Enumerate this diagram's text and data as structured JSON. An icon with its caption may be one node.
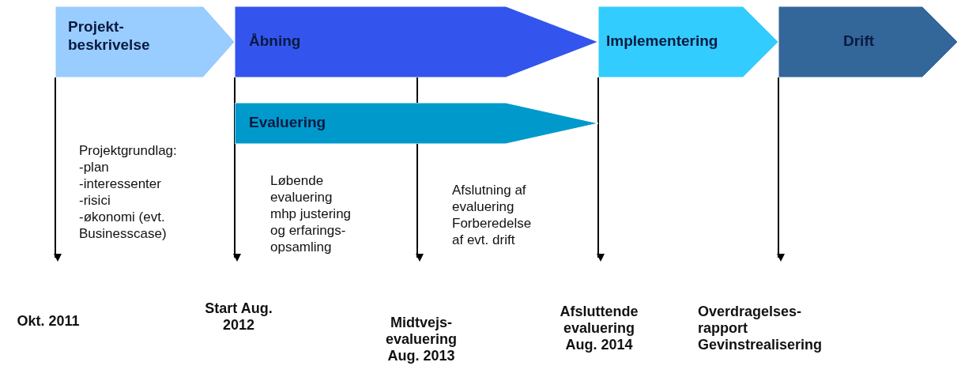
{
  "diagram": {
    "nodes": [
      {
        "text": [
          "Projekt- beskrivelse"
        ]
      },
      {
        "text": [
          "Åbning"
        ]
      },
      {
        "text": [
          "Implementering"
        ]
      },
      {
        "text": [
          "Drift"
        ]
      },
      {
        "text": [
          "Evaluering"
        ]
      }
    ],
    "edges": [
      {
        "from": 0,
        "to": null,
        "arrow": "to"
      },
      {
        "from": 1,
        "to": null,
        "arrow": "to"
      },
      {
        "from": 1,
        "to": null,
        "arrow": "to"
      },
      {
        "from": 2,
        "to": null,
        "arrow": "to"
      },
      {
        "from": 3,
        "to": null,
        "arrow": "to"
      }
    ],
    "labels": [
      "Projektgrundlag:",
      "-plan",
      "-interessenter",
      "-risici",
      "-økonomi (evt. Businesscase)",
      "Løbende evaluering mhp justering og erfarings- opsamling",
      "Afslutning af evaluering Forberedelse af evt. drift",
      "Okt. 2011",
      "Start Aug. 2012",
      "Midtvejs- evaluering Aug. 2013",
      "Afsluttende evaluering Aug. 2014",
      "Overdragelses- rapport Gevinstrealisering"
    ]
  }
}
